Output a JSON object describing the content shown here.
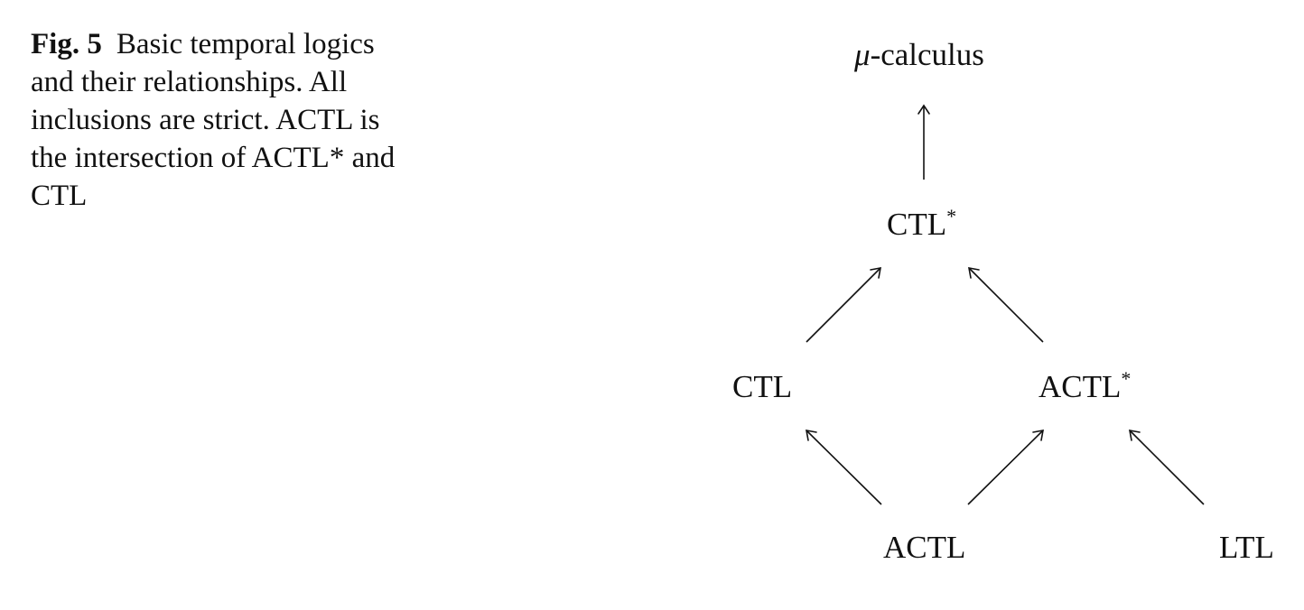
{
  "caption": {
    "label": "Fig. 5",
    "text": "Basic temporal logics and their relationships. All inclusions are strict. ACTL is the intersection of ACTL* and CTL"
  },
  "nodes": {
    "mu_calculus": {
      "prefix": "μ",
      "text": "-calculus"
    },
    "ctl_star": {
      "text": "CTL",
      "sup": "*"
    },
    "ctl": {
      "text": "CTL"
    },
    "actl_star": {
      "text": "ACTL",
      "sup": "*"
    },
    "actl": {
      "text": "ACTL"
    },
    "ltl": {
      "text": "LTL"
    }
  },
  "edges": [
    {
      "from": "CTL*",
      "to": "μ-calculus"
    },
    {
      "from": "CTL",
      "to": "CTL*"
    },
    {
      "from": "ACTL*",
      "to": "CTL*"
    },
    {
      "from": "ACTL",
      "to": "CTL"
    },
    {
      "from": "ACTL",
      "to": "ACTL*"
    },
    {
      "from": "LTL",
      "to": "ACTL*"
    }
  ]
}
